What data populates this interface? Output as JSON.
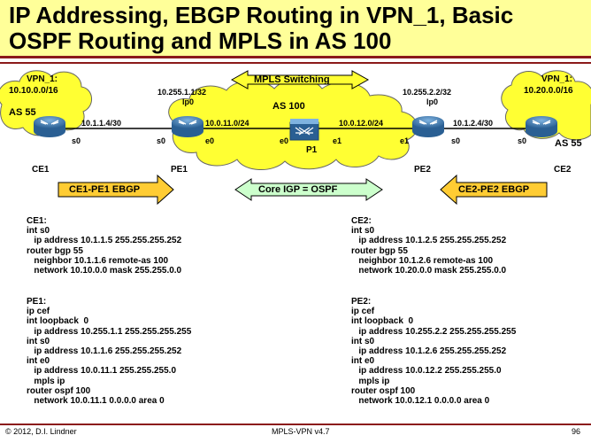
{
  "title": {
    "line1": "IP Addressing, EBGP Routing in VPN_1, Basic",
    "line2": "OSPF Routing and MPLS in AS 100"
  },
  "diagram": {
    "vpn_left": {
      "name": "VPN_1:",
      "net": "10.10.0.0/16",
      "as": "AS 55"
    },
    "vpn_right": {
      "name": "VPN_1:",
      "net": "10.20.0.0/16",
      "as": "AS 55"
    },
    "mpls_switching": "MPLS Switching",
    "as100": "AS 100",
    "p1": "P1",
    "pe1_loopback": "10.255.1.1/32",
    "pe1_lo": "lp0",
    "pe2_loopback": "10.255.2.2/32",
    "pe2_lo": "lp0",
    "link_ce1_pe1": "10.1.1.4/30",
    "link_pe2_ce2": "10.1.2.4/30",
    "link_pe1_p1": "10.0.11.0/24",
    "link_p1_pe2": "10.0.12.0/24",
    "if_ce1_s0": "s0",
    "if_pe1_s0": "s0",
    "if_pe1_e0": "e0",
    "if_p1_e0": "e0",
    "if_p1_e1": "e1",
    "if_pe2_e1": "e1",
    "if_pe2_s0": "s0",
    "if_ce2_s0": "s0",
    "ce1": "CE1",
    "pe1": "PE1",
    "pe2": "PE2",
    "ce2": "CE2",
    "ce1_pe1_ebgp": "CE1-PE1 EBGP",
    "core_igp": "Core IGP =  OSPF",
    "ce2_pe2_ebgp": "CE2-PE2 EBGP"
  },
  "colors": {
    "title_bg": "#ffff99",
    "accent_red": "#8b1a1a",
    "cloud": "#ffff33",
    "arrow_yellow": "#ffcc33",
    "arrow_green": "#ccffcc",
    "router_blue": "#3b7fb8"
  },
  "config": {
    "ce1": [
      "CE1:",
      "int s0",
      "   ip address 10.1.1.5 255.255.255.252",
      "router bgp 55",
      "   neighbor 10.1.1.6 remote-as 100",
      "   network 10.10.0.0 mask 255.255.0.0"
    ],
    "pe1": [
      "PE1:",
      "ip cef",
      "int loopback  0",
      "   ip address 10.255.1.1 255.255.255.255",
      "int s0",
      "   ip address 10.1.1.6 255.255.255.252",
      "int e0",
      "   ip address 10.0.11.1 255.255.255.0",
      "   mpls ip",
      "router ospf 100",
      "   network 10.0.11.1 0.0.0.0 area 0"
    ],
    "ce2": [
      "CE2:",
      "int s0",
      "   ip address 10.1.2.5 255.255.255.252",
      "router bgp 55",
      "   neighbor 10.1.2.6 remote-as 100",
      "   network 10.20.0.0 mask 255.255.0.0"
    ],
    "pe2": [
      "PE2:",
      "ip cef",
      "int loopback  0",
      "   ip address 10.255.2.2 255.255.255.255",
      "int s0",
      "   ip address 10.1.2.6 255.255.255.252",
      "int e0",
      "   ip address 10.0.12.2 255.255.255.0",
      "   mpls ip",
      "router ospf 100",
      "   network 10.0.12.1 0.0.0.0 area 0"
    ]
  },
  "footer": {
    "copyright": "© 2012, D.I. Lindner",
    "course": "MPLS-VPN v4.7",
    "page": "96"
  }
}
